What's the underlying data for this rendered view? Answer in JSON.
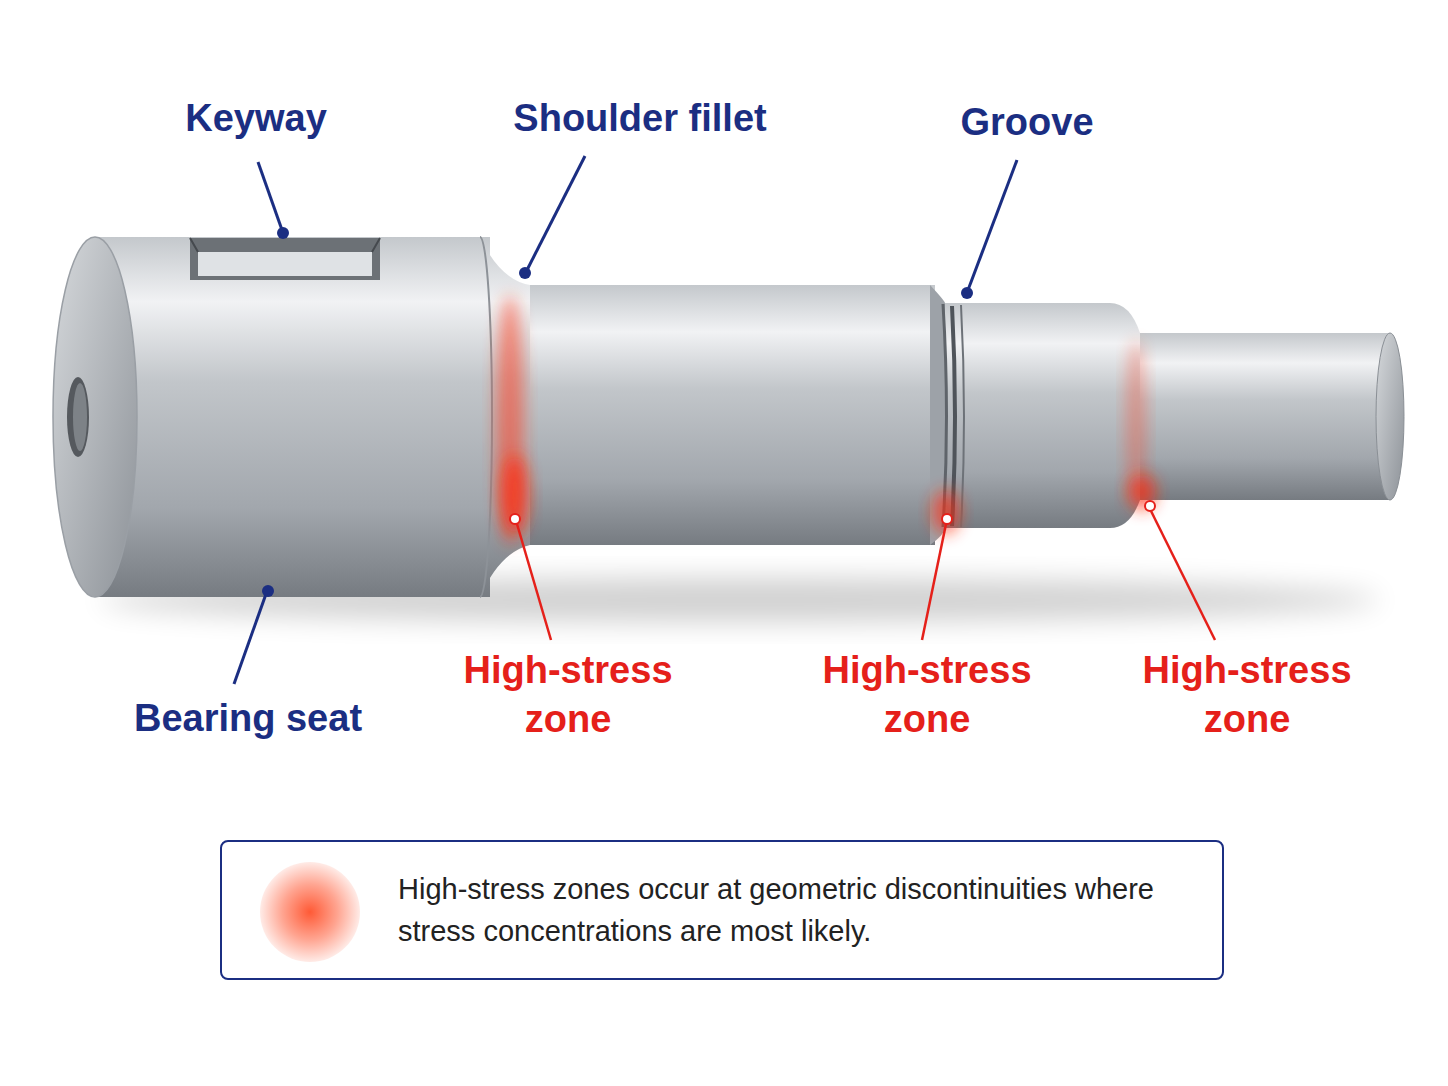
{
  "diagram": {
    "labels": [
      "Keyway",
      "Shoulder fillet",
      "Groove",
      "Bearing seat",
      "High-stress zone",
      "High-stress zone",
      "High-stress zone"
    ],
    "legend": [
      {
        "text": "High-stress zones occur at geometric discontinuities where stress concentrations are most likely.",
        "color": "#ff5a36"
      }
    ]
  }
}
